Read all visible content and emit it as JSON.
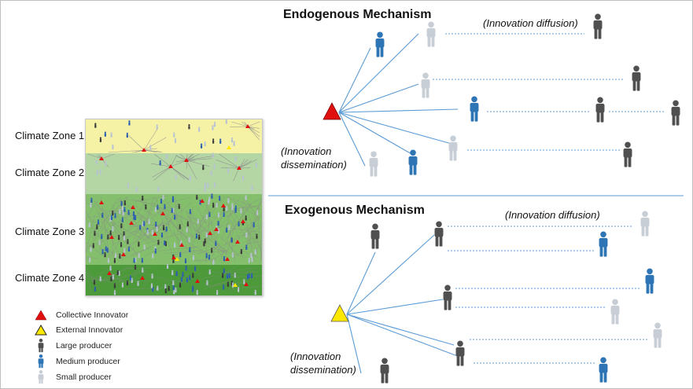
{
  "colors": {
    "large": "#505050",
    "medium": "#2e75b6",
    "small": "#c8ced6",
    "collective": "#e01010",
    "external": "#ffe800",
    "link": "#5b9bd5",
    "zone1": "#f5f2a6",
    "zone2": "#b4d6a4",
    "zone3": "#84c06c",
    "zone4": "#4c9a3a"
  },
  "climate_zones": [
    {
      "label": "Climate Zone 1"
    },
    {
      "label": "Climate Zone 2"
    },
    {
      "label": "Climate Zone 3"
    },
    {
      "label": "Climate Zone 4"
    }
  ],
  "legend": [
    {
      "label": "Collective Innovator",
      "icon": "red-triangle-icon"
    },
    {
      "label": "External Innovator",
      "icon": "yellow-triangle-icon"
    },
    {
      "label": "Large producer",
      "icon": "large-producer-icon"
    },
    {
      "label": "Medium producer",
      "icon": "medium-producer-icon"
    },
    {
      "label": "Small producer",
      "icon": "small-producer-icon"
    }
  ],
  "endogenous": {
    "title": "Endogenous Mechanism",
    "diffusion_label": "(Innovation diffusion)",
    "dissemination_label": "(Innovation\ndissemination)"
  },
  "exogenous": {
    "title": "Exogenous Mechanism",
    "diffusion_label": "(Innovation diffusion)",
    "dissemination_label": "(Innovation\ndissemination)"
  }
}
